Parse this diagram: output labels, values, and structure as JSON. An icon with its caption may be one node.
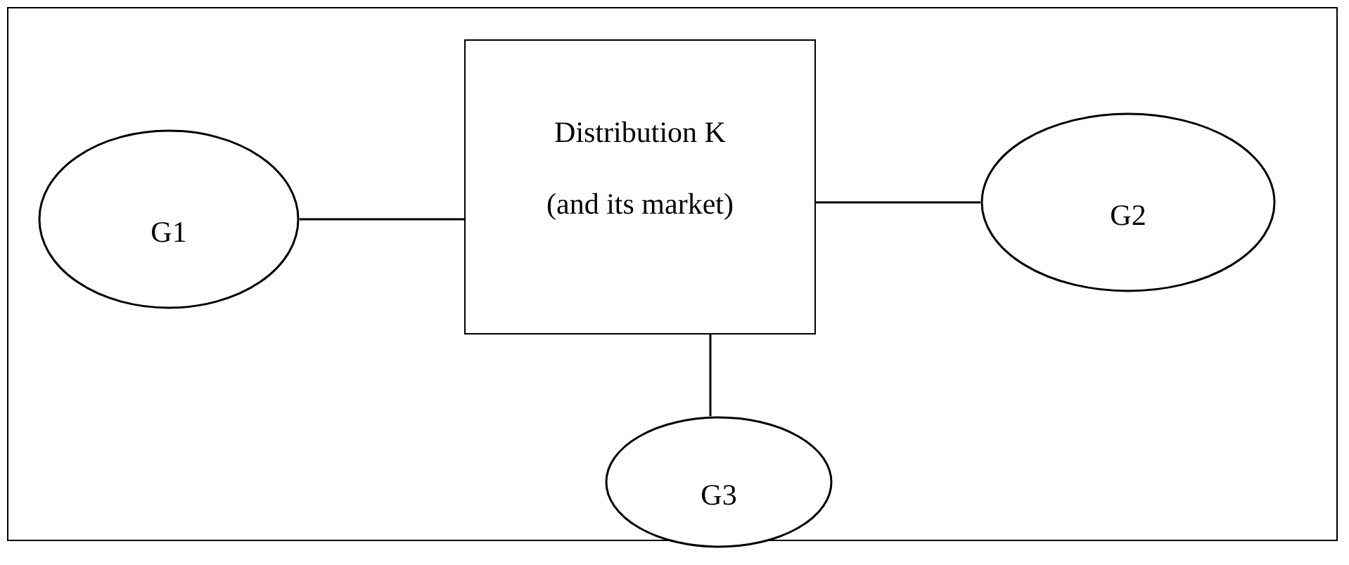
{
  "diagram": {
    "nodes": [
      {
        "text": [
          "G1"
        ]
      },
      {
        "text": [
          "Distribution K",
          "(and its market)"
        ]
      },
      {
        "text": [
          "G2"
        ]
      },
      {
        "text": [
          "G3"
        ]
      }
    ],
    "edges": [
      {
        "from": 0,
        "to": 1,
        "arrow": "none"
      },
      {
        "from": 1,
        "to": 2,
        "arrow": "none"
      },
      {
        "from": 1,
        "to": 3,
        "arrow": "none"
      }
    ]
  }
}
